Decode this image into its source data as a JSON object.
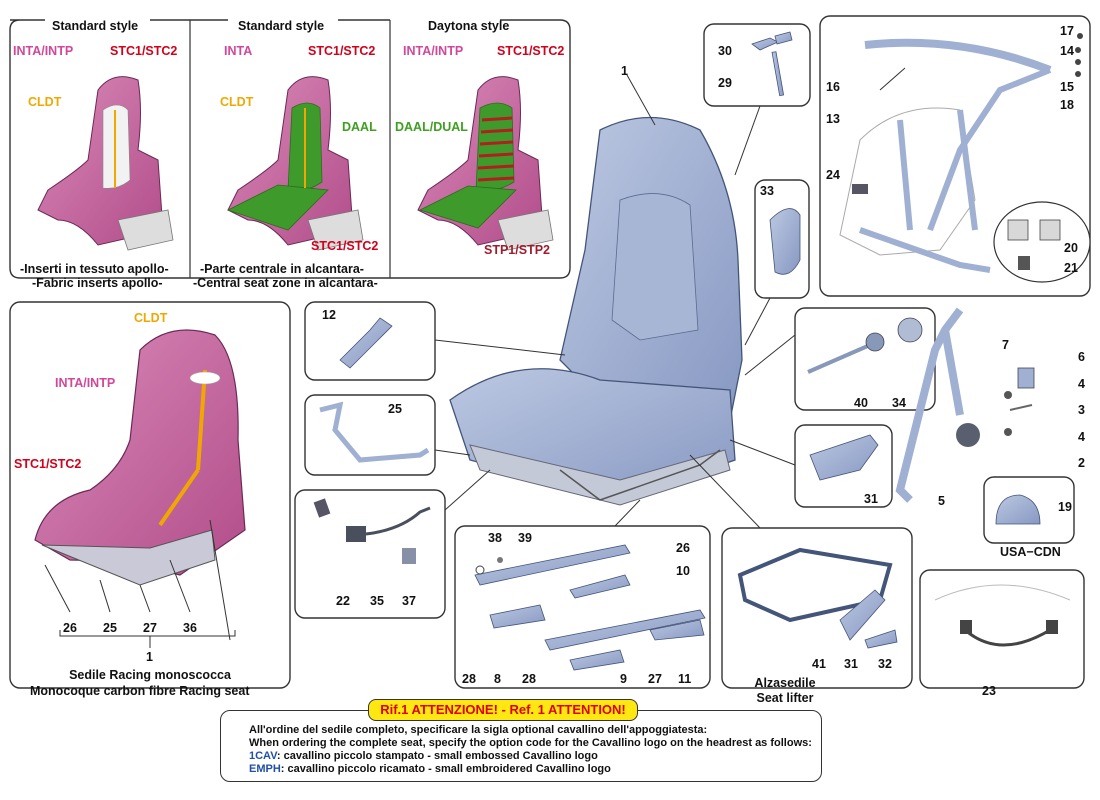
{
  "style_panels": [
    {
      "title": "Standard style",
      "labels": [
        "INTA/INTP",
        "STC1/STC2",
        "CLDT"
      ],
      "caption": [
        "-Inserti in tessuto apollo-",
        "-Fabric inserts apollo-"
      ]
    },
    {
      "title": "Standard style",
      "labels": [
        "INTA",
        "STC1/STC2",
        "CLDT",
        "DAAL",
        "STC1/STC2"
      ],
      "caption": [
        "-Parte centrale in alcantara-",
        "-Central seat zone in alcantara-"
      ]
    },
    {
      "title": "Daytona style",
      "labels": [
        "INTA/INTP",
        "STC1/STC2",
        "DAAL/DUAL",
        "STP1/STP2"
      ]
    }
  ],
  "monocoque": {
    "labels": [
      "CLDT",
      "INTA/INTP",
      "STC1/STC2"
    ],
    "parts": [
      "26",
      "25",
      "27",
      "36",
      "1"
    ],
    "caption": [
      "Sedile Racing monoscocca",
      "Monocoque carbon fibre Racing seat"
    ]
  },
  "callouts": {
    "seat": "1",
    "p30": "30",
    "p29": "29",
    "p16": "16",
    "p13": "13",
    "p17": "17",
    "p14": "14",
    "p15": "15",
    "p18": "18",
    "p24": "24",
    "p20": "20",
    "p21": "21",
    "p33": "33",
    "p12": "12",
    "p25": "25",
    "p22": "22",
    "p35": "35",
    "p37": "37",
    "p40": "40",
    "p34": "34",
    "p31": "31",
    "p7": "7",
    "p6": "6",
    "p4a": "4",
    "p3": "3",
    "p4b": "4",
    "p2": "2",
    "p5": "5",
    "p19": "19",
    "usa": "USA−CDN",
    "p38": "38",
    "p39": "39",
    "p26": "26",
    "p10": "10",
    "p28a": "28",
    "p8": "8",
    "p28b": "28",
    "p9": "9",
    "p27": "27",
    "p11": "11",
    "p41": "41",
    "p31b": "31",
    "p32": "32",
    "lifter": [
      "Alzasedile",
      "Seat lifter"
    ],
    "p23": "23"
  },
  "attention": "Rif.1 ATTENZIONE! - Ref. 1 ATTENTION!",
  "notes": {
    "it": "All'ordine del sedile completo, specificare la sigla optional cavallino dell'appoggiatesta:",
    "en": "When ordering the complete seat, specify the option code for the Cavallino logo on the headrest as follows:",
    "code1": "1CAV",
    "text1": ": cavallino piccolo stampato - small embossed Cavallino logo",
    "code2": "EMPH",
    "text2": ": cavallino piccolo ricamato - small embroidered Cavallino logo"
  },
  "colors": {
    "seat_pink": "#c8619d",
    "part_blue": "#9fb0d2",
    "label_pink": "#d1479c",
    "label_red": "#d0021b",
    "label_orange": "#f0a800",
    "label_green": "#3ea020",
    "alcantara_green": "#3e9a2a",
    "attention_yellow": "#ffe812"
  }
}
